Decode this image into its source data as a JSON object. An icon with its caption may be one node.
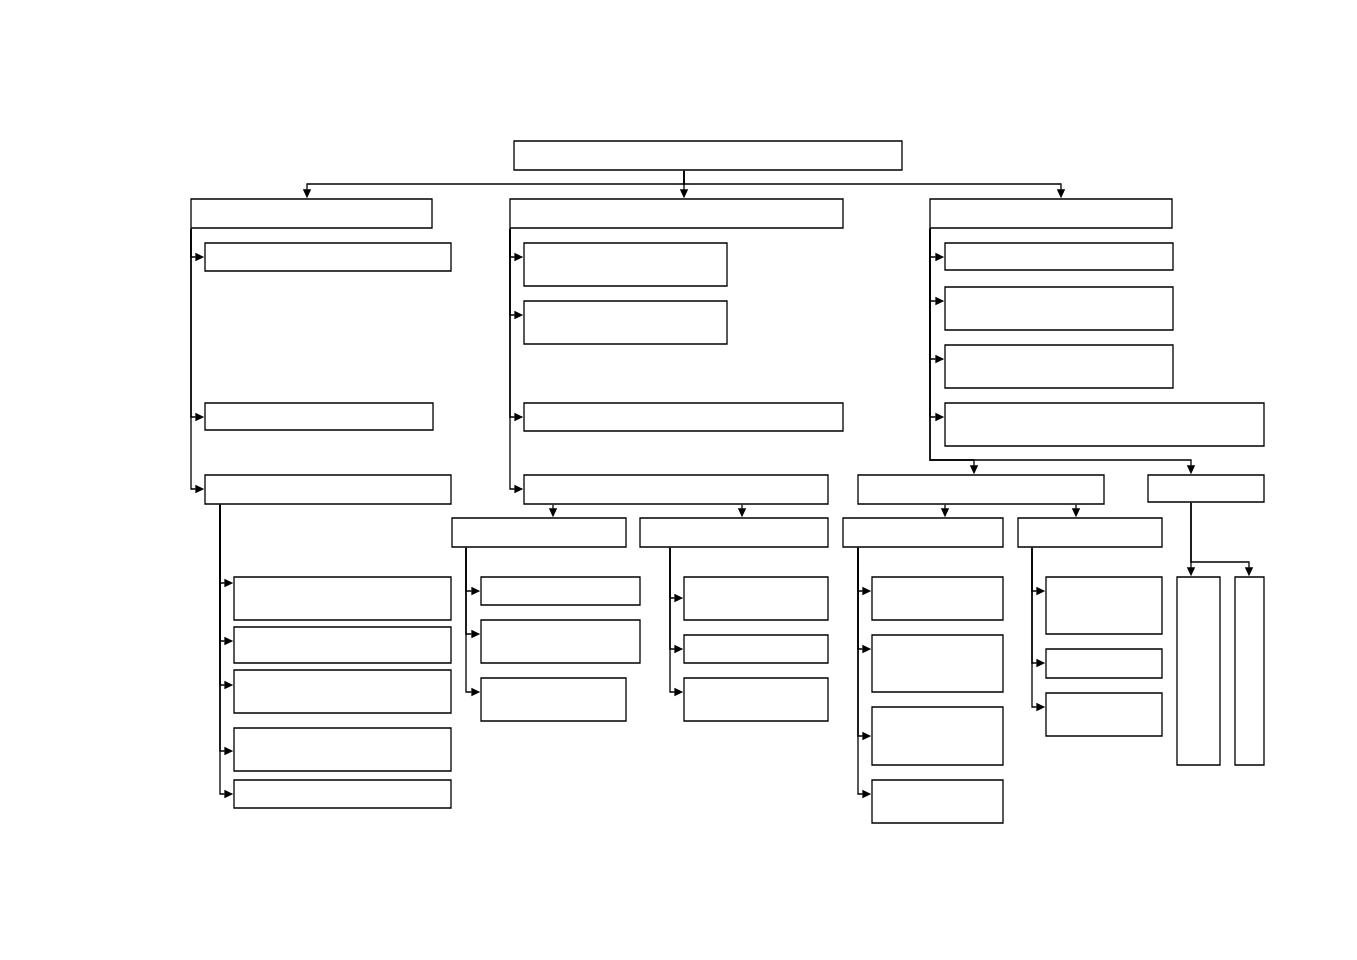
{
  "diagram": {
    "nodes": [
      {
        "text": [],
        "shape": "box"
      },
      {
        "text": [],
        "shape": "box"
      },
      {
        "text": [],
        "shape": "box"
      },
      {
        "text": [],
        "shape": "box"
      },
      {
        "text": [],
        "shape": "box"
      },
      {
        "text": [],
        "shape": "box"
      },
      {
        "text": [],
        "shape": "box"
      },
      {
        "text": [],
        "shape": "box"
      },
      {
        "text": [],
        "shape": "box"
      },
      {
        "text": [],
        "shape": "box"
      },
      {
        "text": [],
        "shape": "box"
      },
      {
        "text": [],
        "shape": "box"
      },
      {
        "text": [],
        "shape": "box"
      },
      {
        "text": [],
        "shape": "box"
      },
      {
        "text": [],
        "shape": "box"
      },
      {
        "text": [],
        "shape": "box"
      },
      {
        "text": [],
        "shape": "box"
      },
      {
        "text": [],
        "shape": "box"
      },
      {
        "text": [],
        "shape": "box"
      },
      {
        "text": [],
        "shape": "box"
      },
      {
        "text": [],
        "shape": "box"
      },
      {
        "text": [],
        "shape": "box"
      },
      {
        "text": [],
        "shape": "box"
      },
      {
        "text": [],
        "shape": "box"
      },
      {
        "text": [],
        "shape": "box"
      },
      {
        "text": [],
        "shape": "box"
      },
      {
        "text": [],
        "shape": "box"
      },
      {
        "text": [],
        "shape": "box"
      },
      {
        "text": [],
        "shape": "box"
      },
      {
        "text": [],
        "shape": "box"
      },
      {
        "text": [],
        "shape": "box"
      },
      {
        "text": [],
        "shape": "box"
      },
      {
        "text": [],
        "shape": "box"
      },
      {
        "text": [],
        "shape": "box"
      },
      {
        "text": [],
        "shape": "box"
      },
      {
        "text": [],
        "shape": "box"
      },
      {
        "text": [],
        "shape": "box"
      },
      {
        "text": [],
        "shape": "box"
      },
      {
        "text": [],
        "shape": "box"
      },
      {
        "text": [],
        "shape": "box"
      },
      {
        "text": [],
        "shape": "box"
      }
    ],
    "edges": [
      {
        "from": 0,
        "to": 1,
        "arrow": "to"
      },
      {
        "from": 0,
        "to": 2,
        "arrow": "to"
      },
      {
        "from": 0,
        "to": 3,
        "arrow": "to"
      },
      {
        "from": 1,
        "to": 4,
        "arrow": "to"
      },
      {
        "from": 1,
        "to": 5,
        "arrow": "to"
      },
      {
        "from": 1,
        "to": 6,
        "arrow": "to"
      },
      {
        "from": 6,
        "to": 7,
        "arrow": "to"
      },
      {
        "from": 6,
        "to": 8,
        "arrow": "to"
      },
      {
        "from": 6,
        "to": 9,
        "arrow": "to"
      },
      {
        "from": 6,
        "to": 10,
        "arrow": "to"
      },
      {
        "from": 6,
        "to": 11,
        "arrow": "to"
      },
      {
        "from": 2,
        "to": 12,
        "arrow": "to"
      },
      {
        "from": 2,
        "to": 13,
        "arrow": "to"
      },
      {
        "from": 2,
        "to": 14,
        "arrow": "to"
      },
      {
        "from": 2,
        "to": 15,
        "arrow": "to"
      },
      {
        "from": 15,
        "to": 16,
        "arrow": "to"
      },
      {
        "from": 15,
        "to": 17,
        "arrow": "to"
      },
      {
        "from": 16,
        "to": 18,
        "arrow": "to"
      },
      {
        "from": 16,
        "to": 19,
        "arrow": "to"
      },
      {
        "from": 16,
        "to": 20,
        "arrow": "to"
      },
      {
        "from": 17,
        "to": 21,
        "arrow": "to"
      },
      {
        "from": 17,
        "to": 22,
        "arrow": "to"
      },
      {
        "from": 17,
        "to": 23,
        "arrow": "to"
      },
      {
        "from": 3,
        "to": 24,
        "arrow": "to"
      },
      {
        "from": 3,
        "to": 25,
        "arrow": "to"
      },
      {
        "from": 3,
        "to": 26,
        "arrow": "to"
      },
      {
        "from": 3,
        "to": 27,
        "arrow": "to"
      },
      {
        "from": 3,
        "to": 28,
        "arrow": "to"
      },
      {
        "from": 3,
        "to": 29,
        "arrow": "to"
      },
      {
        "from": 28,
        "to": 30,
        "arrow": "to"
      },
      {
        "from": 28,
        "to": 31,
        "arrow": "to"
      },
      {
        "from": 30,
        "to": 32,
        "arrow": "to"
      },
      {
        "from": 30,
        "to": 33,
        "arrow": "to"
      },
      {
        "from": 30,
        "to": 34,
        "arrow": "to"
      },
      {
        "from": 30,
        "to": 35,
        "arrow": "to"
      },
      {
        "from": 31,
        "to": 36,
        "arrow": "to"
      },
      {
        "from": 31,
        "to": 37,
        "arrow": "to"
      },
      {
        "from": 31,
        "to": 38,
        "arrow": "to"
      },
      {
        "from": 29,
        "to": 39,
        "arrow": "to"
      },
      {
        "from": 29,
        "to": 40,
        "arrow": "to"
      }
    ]
  }
}
